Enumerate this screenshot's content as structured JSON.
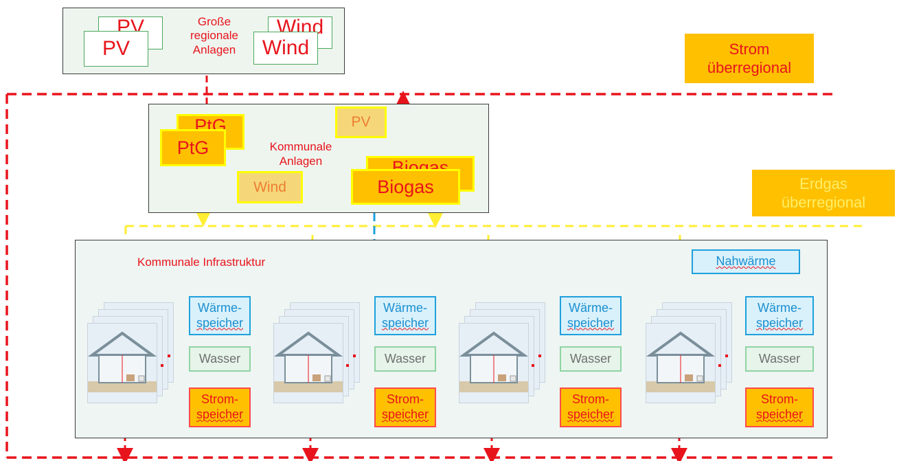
{
  "regional": {
    "label_line1": "Große",
    "label_line2": "regionale",
    "label_line3": "Anlagen",
    "pv_back": "PV",
    "pv_front": "PV",
    "wind_back": "Wind",
    "wind_front": "Wind"
  },
  "strom_ueberregional": {
    "line1": "Strom",
    "line2": "überregional"
  },
  "erdgas_ueberregional": {
    "line1": "Erdgas",
    "line2": "überregional"
  },
  "kommunale_anlagen": {
    "label_line1": "Kommunale",
    "label_line2": "Anlagen",
    "ptg_back": "PtG",
    "ptg_front": "PtG",
    "pv": "PV",
    "wind": "Wind",
    "biogas_back": "Biogas",
    "biogas_front": "Biogas"
  },
  "infrastruktur": {
    "title": "Kommunale Infrastruktur",
    "nahwaerme": "Nahwärme",
    "units": [
      {
        "waerme_l1": "Wärme-",
        "waerme_l2": "speicher",
        "wasser": "Wasser",
        "strom_l1": "Strom-",
        "strom_l2": "speicher"
      },
      {
        "waerme_l1": "Wärme-",
        "waerme_l2": "speicher",
        "wasser": "Wasser",
        "strom_l1": "Strom-",
        "strom_l2": "speicher"
      },
      {
        "waerme_l1": "Wärme-",
        "waerme_l2": "speicher",
        "wasser": "Wasser",
        "strom_l1": "Strom-",
        "strom_l2": "speicher"
      },
      {
        "waerme_l1": "Wärme-",
        "waerme_l2": "speicher",
        "wasser": "Wasser",
        "strom_l1": "Strom-",
        "strom_l2": "speicher"
      }
    ]
  },
  "colors": {
    "strom_line": "#e8141c",
    "gas_line": "#ffee33",
    "heat_line": "#1ea0dc",
    "strom_storage_line": "#ff5a5a",
    "accent_orange": "#ffc000"
  }
}
